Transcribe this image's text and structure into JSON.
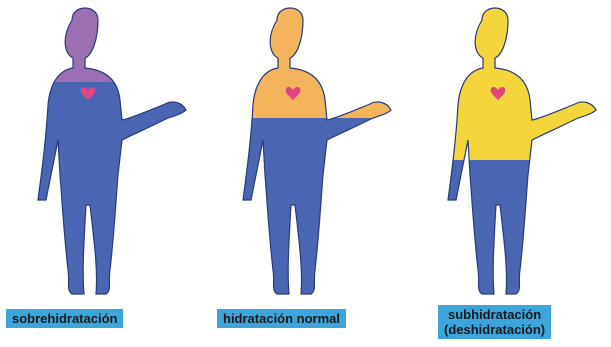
{
  "figures": [
    {
      "label_lines": [
        "sobrehidratación"
      ],
      "upper_color": "#9b6fb2",
      "lower_color": "#4a66b3",
      "heart_color": "#e0457e"
    },
    {
      "label_lines": [
        "hidratación normal"
      ],
      "upper_color": "#f3b45c",
      "lower_color": "#4a66b3",
      "heart_color": "#e0457e"
    },
    {
      "label_lines": [
        "subhidratación",
        "(deshidratación)"
      ],
      "upper_color": "#f4d63c",
      "lower_color": "#4a66b3",
      "heart_color": "#e0457e"
    }
  ],
  "label_bg": "#3ba5dc"
}
